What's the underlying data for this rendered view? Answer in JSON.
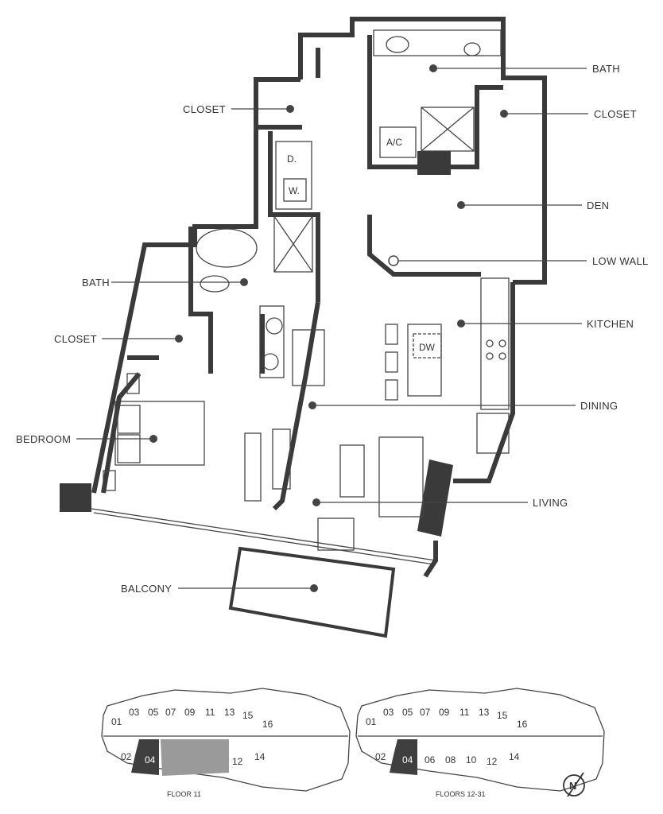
{
  "plan": {
    "rooms": {
      "bath_top": "BATH",
      "closet_right": "CLOSET",
      "den": "DEN",
      "low_wall": "LOW WALL",
      "kitchen": "KITCHEN",
      "dining": "DINING",
      "living": "LIVING",
      "balcony": "BALCONY",
      "closet_top_left": "CLOSET",
      "bath_left": "BATH",
      "closet_left": "CLOSET",
      "bedroom": "BEDROOM"
    },
    "fixtures": {
      "dryer": "D.",
      "washer": "W.",
      "ac": "A/C",
      "dishwasher": "DW"
    }
  },
  "keyplans": [
    {
      "caption": "FLOOR 11",
      "units_top": [
        "01",
        "03",
        "05",
        "07",
        "09",
        "11",
        "13",
        "15",
        "16"
      ],
      "units_bottom": [
        "02",
        "04",
        "12",
        "14"
      ],
      "highlighted": "04"
    },
    {
      "caption": "FLOORS 12-31",
      "units_top": [
        "01",
        "03",
        "05",
        "07",
        "09",
        "11",
        "13",
        "15",
        "16"
      ],
      "units_bottom": [
        "02",
        "04",
        "06",
        "08",
        "10",
        "12",
        "14"
      ],
      "highlighted": "04"
    }
  ],
  "north_arrow": "N",
  "colors": {
    "wall": "#3a3a3a",
    "highlight": "#3f3f3f",
    "amenity": "#9a9a9a"
  }
}
